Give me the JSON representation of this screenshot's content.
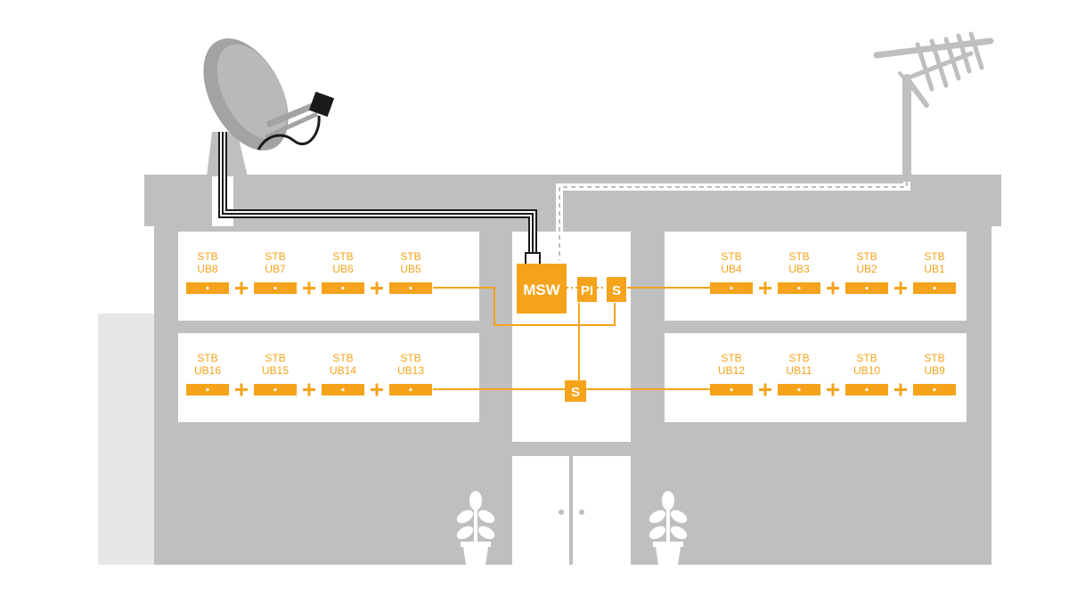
{
  "colors": {
    "accent": "#F5A31A",
    "building": "#BFBFC0",
    "building_light": "#E7E7E8",
    "window": "#FFFFFF",
    "cable": "#1A1A1A",
    "dish": "#A3A3A3"
  },
  "icons": [
    "satellite-dish-icon",
    "terrestrial-antenna-icon",
    "plant-icon",
    "plus-icon"
  ],
  "devices": {
    "msw": "MSW",
    "pi": "PI",
    "splitter_top": "S",
    "splitter_bottom": "S"
  },
  "rooms": {
    "top_left": [
      {
        "line1": "STB",
        "line2": "UB8"
      },
      {
        "line1": "STB",
        "line2": "UB7"
      },
      {
        "line1": "STB",
        "line2": "UB6"
      },
      {
        "line1": "STB",
        "line2": "UB5"
      }
    ],
    "top_right": [
      {
        "line1": "STB",
        "line2": "UB4"
      },
      {
        "line1": "STB",
        "line2": "UB3"
      },
      {
        "line1": "STB",
        "line2": "UB2"
      },
      {
        "line1": "STB",
        "line2": "UB1"
      }
    ],
    "bottom_left": [
      {
        "line1": "STB",
        "line2": "UB16"
      },
      {
        "line1": "STB",
        "line2": "UB15"
      },
      {
        "line1": "STB",
        "line2": "UB14"
      },
      {
        "line1": "STB",
        "line2": "UB13"
      }
    ],
    "bottom_right": [
      {
        "line1": "STB",
        "line2": "UB12"
      },
      {
        "line1": "STB",
        "line2": "UB11"
      },
      {
        "line1": "STB",
        "line2": "UB10"
      },
      {
        "line1": "STB",
        "line2": "UB9"
      }
    ]
  }
}
